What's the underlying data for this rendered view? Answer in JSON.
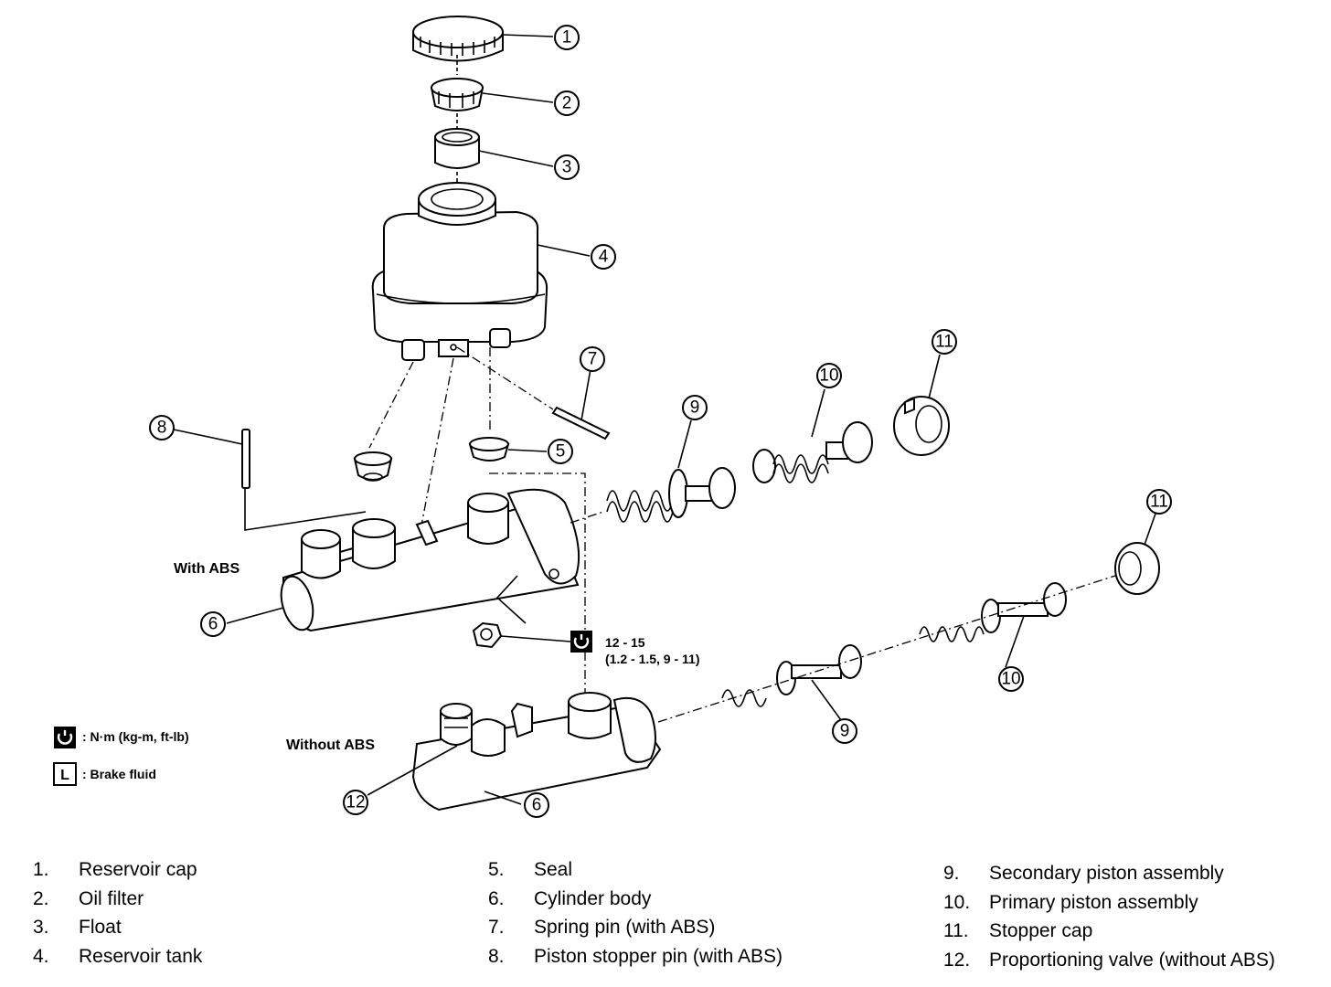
{
  "callouts": {
    "c1": "1",
    "c2": "2",
    "c3": "3",
    "c4": "4",
    "c5": "5",
    "c6a": "6",
    "c6b": "6",
    "c7": "7",
    "c8": "8",
    "c9a": "9",
    "c9b": "9",
    "c10a": "10",
    "c10b": "10",
    "c11a": "11",
    "c11b": "11",
    "c12": "12"
  },
  "labels": {
    "with_abs": "With ABS",
    "without_abs": "Without ABS",
    "torque_value": "12 - 15",
    "torque_units": "(1.2 - 1.5, 9 - 11)",
    "torque_key": ": N·m (kg-m, ft-lb)",
    "brake_fluid_key": ": Brake fluid",
    "brake_fluid_symbol": "L"
  },
  "legend": [
    {
      "num": "1.",
      "text": "Reservoir cap"
    },
    {
      "num": "2.",
      "text": "Oil filter"
    },
    {
      "num": "3.",
      "text": "Float"
    },
    {
      "num": "4.",
      "text": "Reservoir tank"
    },
    {
      "num": "5.",
      "text": "Seal"
    },
    {
      "num": "6.",
      "text": "Cylinder body"
    },
    {
      "num": "7.",
      "text": "Spring pin (with ABS)"
    },
    {
      "num": "8.",
      "text": "Piston stopper pin (with ABS)"
    },
    {
      "num": "9.",
      "text": "Secondary piston assembly"
    },
    {
      "num": "10.",
      "text": "Primary piston assembly"
    },
    {
      "num": "11.",
      "text": "Stopper cap"
    },
    {
      "num": "12.",
      "text": "Proportioning valve (without ABS)"
    }
  ]
}
